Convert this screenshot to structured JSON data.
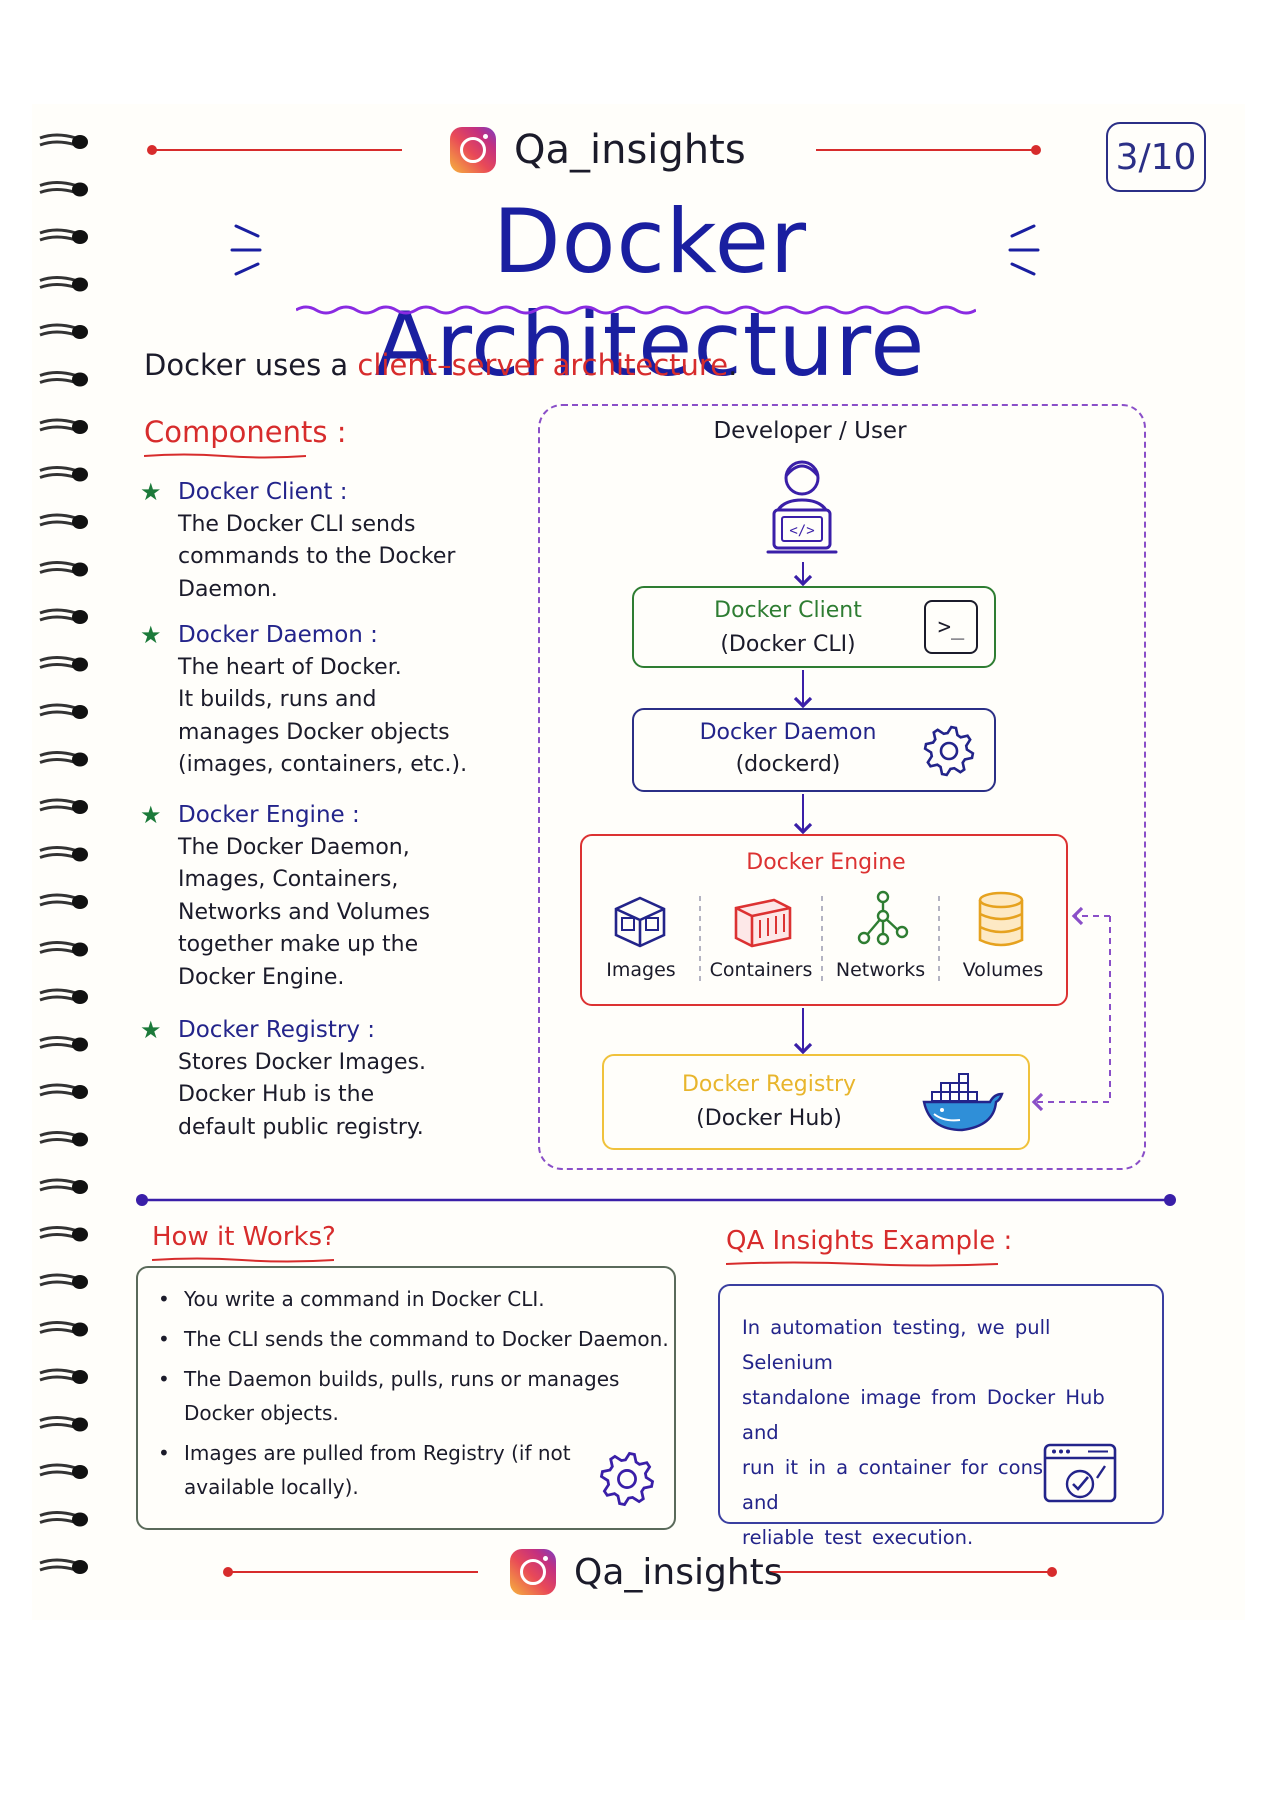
{
  "brand": {
    "handle": "Qa_insights"
  },
  "page_number": "3/10",
  "title": "Docker Architecture",
  "intro": {
    "before": "Docker uses a ",
    "highlight": "client–server architecture",
    "after": "."
  },
  "components": {
    "heading": "Components :",
    "items": [
      {
        "name": "Docker Client  :",
        "lines": [
          "The Docker CLI sends",
          "commands to the Docker",
          "Daemon."
        ]
      },
      {
        "name": "Docker Daemon  :",
        "lines": [
          "The heart of Docker.",
          "It builds, runs and",
          "manages Docker objects",
          "(images, containers, etc.)."
        ]
      },
      {
        "name": "Docker Engine  :",
        "lines": [
          "The Docker Daemon,",
          "Images, Containers,",
          "Networks and Volumes",
          "together make up the",
          "Docker Engine."
        ]
      },
      {
        "name": "Docker Registry  :",
        "lines": [
          "Stores Docker Images.",
          "Docker Hub is the",
          "default public registry."
        ]
      }
    ]
  },
  "diagram": {
    "user_label": "Developer / User",
    "client": {
      "title": "Docker Client",
      "sub": "(Docker CLI)",
      "terminal": ">_"
    },
    "daemon": {
      "title": "Docker Daemon",
      "sub": "(dockerd)"
    },
    "engine": {
      "title": "Docker Engine",
      "parts": [
        "Images",
        "Containers",
        "Networks",
        "Volumes"
      ]
    },
    "registry": {
      "title": "Docker Registry",
      "sub": "(Docker Hub)"
    },
    "code_symbol": "</>"
  },
  "how": {
    "heading": "How it Works?",
    "bullets": [
      [
        "You write a command in Docker CLI."
      ],
      [
        "The CLI sends the command to Docker Daemon."
      ],
      [
        "The Daemon builds, pulls, runs or manages",
        "Docker objects."
      ],
      [
        "Images are pulled from Registry (if not",
        "available locally)."
      ]
    ]
  },
  "qa": {
    "heading": "QA Insights Example :",
    "lines": [
      "In automation testing, we pull Selenium",
      "standalone image from Docker Hub and",
      "run it in a container for consistent and",
      "reliable test execution."
    ]
  },
  "colors": {
    "navy": "#1a1fa0",
    "red": "#d72c2c",
    "green": "#2e7d32",
    "purple": "#8a4fc8",
    "yellow": "#f0c23c"
  }
}
